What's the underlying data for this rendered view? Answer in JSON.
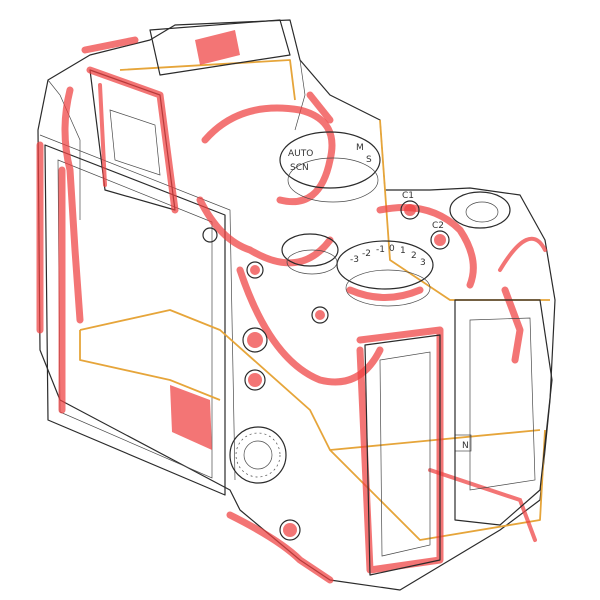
{
  "image": {
    "subject": "x-ray wireframe illustration of a mirrorless camera body with red weather-seal highlights",
    "colors": {
      "background": "#ffffff",
      "wireframe": "#2b2b2b",
      "seal": "#ee4040",
      "internal_frame": "#e6a53a"
    }
  },
  "dial_labels": {
    "mode_dial_auto": "AUTO",
    "mode_dial_scn": "SCN",
    "mode_dial_m": "M",
    "mode_dial_s": "S",
    "exposure_dial": [
      "-3",
      "-2",
      "-1",
      "0",
      "1",
      "2",
      "3"
    ],
    "nfc_mark": "N",
    "c_buttons": [
      "C1",
      "C2"
    ]
  }
}
